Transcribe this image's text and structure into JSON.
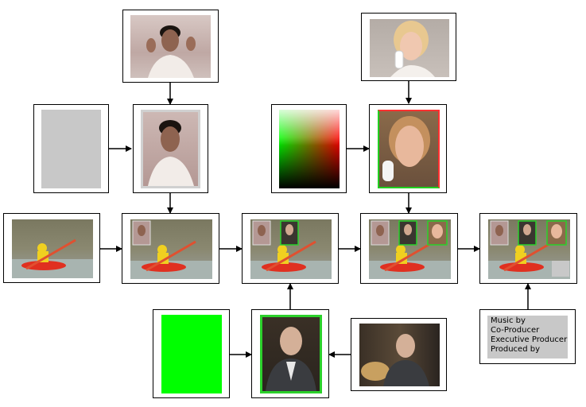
{
  "diagram": {
    "credit_lines": [
      "Music by",
      "Co-Producer",
      "Executive Producer",
      "Produced by"
    ]
  },
  "colors": {
    "gray_card": "#c8c8c8",
    "green_matte": "#00ff00",
    "green_border": "#2bd12b",
    "border": "#000000"
  }
}
